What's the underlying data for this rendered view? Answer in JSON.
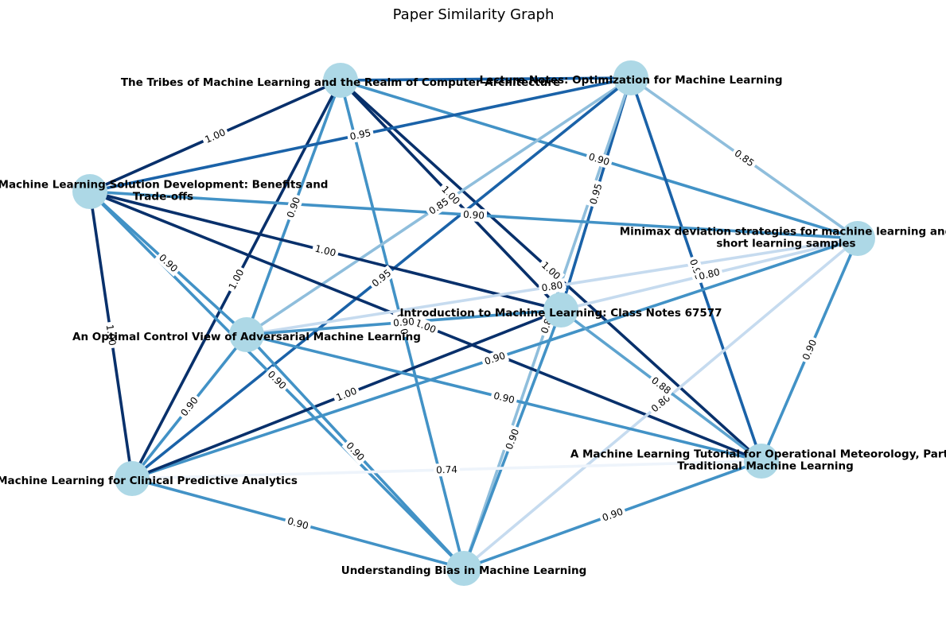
{
  "title": "Paper Similarity Graph",
  "colors": {
    "node": "#add8e6",
    "w100": "#08306b",
    "w095": "#1a62a8",
    "w090": "#4292c6",
    "w088": "#5da3cf",
    "w085": "#8fbedc",
    "w080": "#c6dbef",
    "w074": "#eef4fb"
  },
  "nodes": [
    {
      "id": "tribes",
      "label": [
        "The Tribes of Machine Learning and the Realm of Computer Architecture"
      ]
    },
    {
      "id": "lecture",
      "label": [
        "Lecture Notes: Optimization for Machine Learning"
      ]
    },
    {
      "id": "solution",
      "label": [
        "Machine Learning Solution Development: Benefits and",
        "Trade-offs"
      ]
    },
    {
      "id": "minimax",
      "label": [
        "Minimax deviation strategies for machine learning and",
        "short learning samples"
      ]
    },
    {
      "id": "intro",
      "label": [
        "Introduction to Machine Learning: Class Notes 67577"
      ]
    },
    {
      "id": "optimal",
      "label": [
        "An Optimal Control View of Adversarial Machine Learning"
      ]
    },
    {
      "id": "clinical",
      "label": [
        "Machine Learning for Clinical Predictive Analytics"
      ]
    },
    {
      "id": "meteo",
      "label": [
        "A Machine Learning Tutorial for Operational Meteorology, Part I:",
        "Traditional Machine Learning"
      ]
    },
    {
      "id": "bias",
      "label": [
        "Understanding Bias in Machine Learning"
      ]
    }
  ],
  "edges": [
    {
      "source": "tribes",
      "target": "solution",
      "weight": 1.0,
      "label": "1.00"
    },
    {
      "source": "tribes",
      "target": "lecture",
      "weight": 0.95,
      "label": ""
    },
    {
      "source": "tribes",
      "target": "minimax",
      "weight": 0.9,
      "label": "0.90"
    },
    {
      "source": "tribes",
      "target": "intro",
      "weight": 1.0,
      "label": "1.00"
    },
    {
      "source": "tribes",
      "target": "meteo",
      "weight": 1.0,
      "label": "1.00"
    },
    {
      "source": "tribes",
      "target": "optimal",
      "weight": 0.9,
      "label": "0.90"
    },
    {
      "source": "tribes",
      "target": "clinical",
      "weight": 1.0,
      "label": "1.00"
    },
    {
      "source": "tribes",
      "target": "bias",
      "weight": 0.9,
      "label": "0.90"
    },
    {
      "source": "lecture",
      "target": "solution",
      "weight": 0.95,
      "label": "0.95"
    },
    {
      "source": "lecture",
      "target": "minimax",
      "weight": 0.85,
      "label": "0.85"
    },
    {
      "source": "lecture",
      "target": "intro",
      "weight": 0.95,
      "label": "0.95"
    },
    {
      "source": "lecture",
      "target": "optimal",
      "weight": 0.85,
      "label": "0.85"
    },
    {
      "source": "lecture",
      "target": "clinical",
      "weight": 0.95,
      "label": "0.95"
    },
    {
      "source": "lecture",
      "target": "meteo",
      "weight": 0.95,
      "label": "0.95"
    },
    {
      "source": "lecture",
      "target": "bias",
      "weight": 0.85,
      "label": "0.85"
    },
    {
      "source": "solution",
      "target": "minimax",
      "weight": 0.9,
      "label": "0.90"
    },
    {
      "source": "solution",
      "target": "intro",
      "weight": 1.0,
      "label": "1.00"
    },
    {
      "source": "solution",
      "target": "optimal",
      "weight": 0.9,
      "label": "0.90"
    },
    {
      "source": "solution",
      "target": "clinical",
      "weight": 1.0,
      "label": "1.00"
    },
    {
      "source": "solution",
      "target": "meteo",
      "weight": 1.0,
      "label": "1.00"
    },
    {
      "source": "solution",
      "target": "bias",
      "weight": 0.9,
      "label": "0.90"
    },
    {
      "source": "minimax",
      "target": "intro",
      "weight": 0.8,
      "label": "0.80"
    },
    {
      "source": "minimax",
      "target": "optimal",
      "weight": 0.8,
      "label": "0.80"
    },
    {
      "source": "minimax",
      "target": "clinical",
      "weight": 0.9,
      "label": "0.90"
    },
    {
      "source": "minimax",
      "target": "meteo",
      "weight": 0.9,
      "label": "0.90"
    },
    {
      "source": "minimax",
      "target": "bias",
      "weight": 0.8,
      "label": "0.80"
    },
    {
      "source": "intro",
      "target": "optimal",
      "weight": 0.9,
      "label": "0.90"
    },
    {
      "source": "intro",
      "target": "clinical",
      "weight": 1.0,
      "label": "1.00"
    },
    {
      "source": "intro",
      "target": "meteo",
      "weight": 0.88,
      "label": "0.88"
    },
    {
      "source": "intro",
      "target": "bias",
      "weight": 0.9,
      "label": "0.90"
    },
    {
      "source": "optimal",
      "target": "clinical",
      "weight": 0.9,
      "label": "0.90"
    },
    {
      "source": "optimal",
      "target": "meteo",
      "weight": 0.9,
      "label": "0.90"
    },
    {
      "source": "optimal",
      "target": "bias",
      "weight": 0.9,
      "label": "0.90"
    },
    {
      "source": "clinical",
      "target": "meteo",
      "weight": 0.74,
      "label": "0.74"
    },
    {
      "source": "clinical",
      "target": "bias",
      "weight": 0.9,
      "label": "0.90"
    },
    {
      "source": "meteo",
      "target": "bias",
      "weight": 0.9,
      "label": "0.90"
    }
  ]
}
